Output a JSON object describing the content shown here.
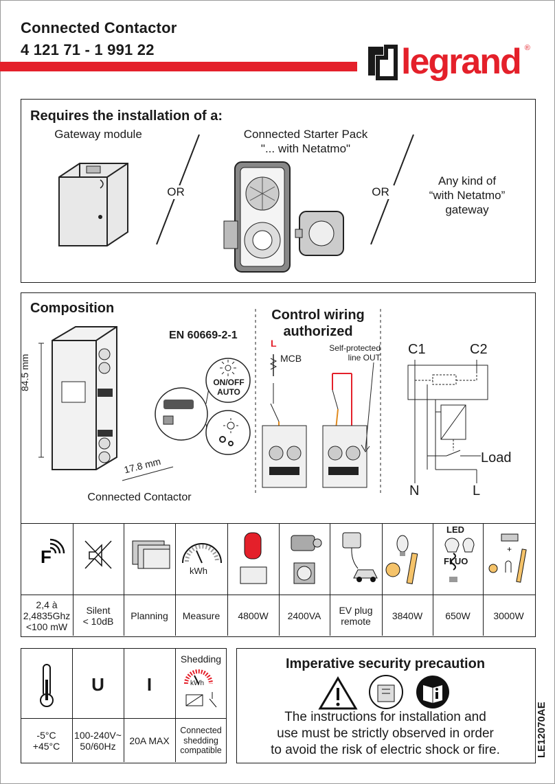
{
  "header": {
    "product_name": "Connected Contactor",
    "product_ref": "4 121 71 - 1 991 22",
    "brand": "legrand",
    "brand_mark": "®",
    "brand_color": "#e4202a"
  },
  "requires": {
    "heading": "Requires the installation of a:",
    "option1": "Gateway module",
    "or1": "OR",
    "option2_line1": "Connected Starter Pack",
    "option2_line2": "\"... with Netatmo\"",
    "or2": "OR",
    "option3_line1": "Any kind of",
    "option3_line2": "“with Netatmo”",
    "option3_line3": "gateway"
  },
  "composition": {
    "heading": "Composition",
    "standard": "EN 60669-2-1",
    "height_dim": "84.5 mm",
    "width_dim": "17.8 mm",
    "caption": "Connected Contactor",
    "button_line1": "ON/OFF",
    "button_line2": "AUTO",
    "wiring_heading_line1": "Control wiring",
    "wiring_heading_line2": "authorized",
    "wiring_L": "L",
    "wiring_mcb": "MCB",
    "wiring_self_line1": "Self-protected",
    "wiring_self_line2": "line OUT",
    "schematic_c1": "C1",
    "schematic_c2": "C2",
    "schematic_load": "Load",
    "schematic_n": "N",
    "schematic_l": "L"
  },
  "features": [
    {
      "icon": "wireless-f-icon",
      "label": "2,4 à\n2,4835Ghz\n<100 mW"
    },
    {
      "icon": "silent-icon",
      "label": "Silent\n< 10dB"
    },
    {
      "icon": "planning-icon",
      "label": "Planning"
    },
    {
      "icon": "measure-kwh-icon",
      "label": "Measure"
    },
    {
      "icon": "water-heater-icon",
      "label": "4800W"
    },
    {
      "icon": "motor-icon",
      "label": "2400VA"
    },
    {
      "icon": "ev-plug-icon",
      "label": "EV plug\nremote"
    },
    {
      "icon": "incandescent-icon",
      "label": "3840W"
    },
    {
      "icon": "led-fluo-icon",
      "label": "650W"
    },
    {
      "icon": "halogen-icon",
      "label": "3000W"
    }
  ],
  "features_extra": {
    "measure_unit": "kWh",
    "led": "LED",
    "fluo": "FLUO"
  },
  "specs": [
    {
      "icon": "thermometer-icon",
      "symbol": "",
      "label": "-5°C\n+45°C"
    },
    {
      "icon": "voltage-icon",
      "symbol": "U",
      "label": "100-240V~\n50/60Hz"
    },
    {
      "icon": "current-icon",
      "symbol": "I",
      "label": "20A MAX"
    },
    {
      "icon": "shedding-icon",
      "symbol": "Shedding",
      "label": "Connected\nshedding\ncompatible"
    }
  ],
  "specs_extra": {
    "shedding_unit": "kWh"
  },
  "security": {
    "heading": "Imperative security precaution",
    "line1": "The instructions for installation and",
    "line2": "use must be strictly observed in order",
    "line3": "to avoid the risk of electric shock or fire."
  },
  "doc_code": "LE12070AE"
}
